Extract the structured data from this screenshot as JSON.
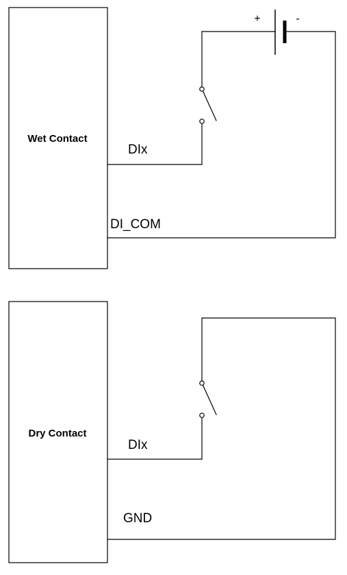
{
  "wet_contact": {
    "title": "Wet Contact",
    "signal_label": "DIx",
    "common_label": "DI_COM",
    "battery": {
      "positive_label": "+",
      "negative_label": "-"
    }
  },
  "dry_contact": {
    "title": "Dry Contact",
    "signal_label": "DIx",
    "common_label": "GND"
  }
}
